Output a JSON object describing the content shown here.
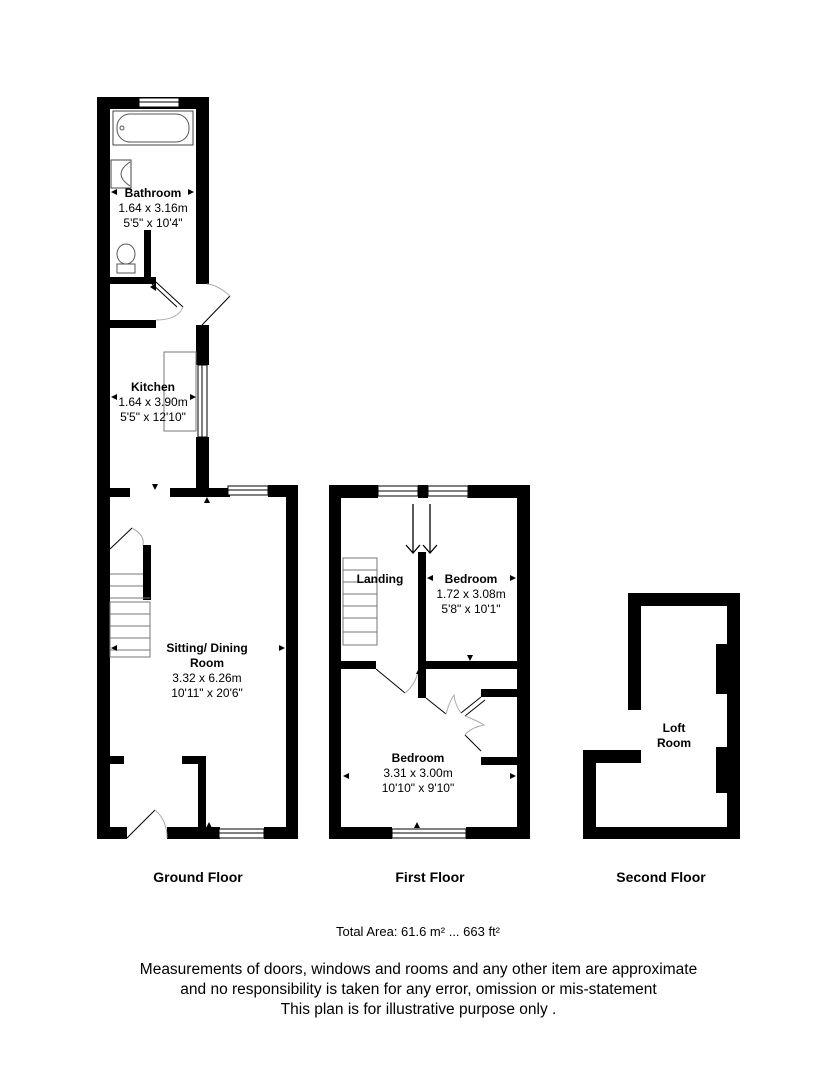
{
  "floors": {
    "ground": {
      "label": "Ground Floor",
      "rooms": {
        "bathroom": {
          "name": "Bathroom",
          "metric": "1.64 x 3.16m",
          "imperial": "5'5\" x 10'4\""
        },
        "kitchen": {
          "name": "Kitchen",
          "metric": "1.64 x 3.90m",
          "imperial": "5'5\" x 12'10\""
        },
        "sitting_dining": {
          "name_line1": "Sitting/ Dining",
          "name_line2": "Room",
          "metric": "3.32 x 6.26m",
          "imperial": "10'11\" x 20'6\""
        }
      }
    },
    "first": {
      "label": "First Floor",
      "rooms": {
        "landing": {
          "name": "Landing"
        },
        "bedroom_small": {
          "name": "Bedroom",
          "metric": "1.72 x 3.08m",
          "imperial": "5'8\" x 10'1\""
        },
        "bedroom_large": {
          "name": "Bedroom",
          "metric": "3.31 x 3.00m",
          "imperial": "10'10\" x 9'10\""
        }
      }
    },
    "second": {
      "label": "Second Floor",
      "rooms": {
        "loft": {
          "name_line1": "Loft",
          "name_line2": "Room"
        }
      }
    }
  },
  "total_area": "Total Area: 61.6 m² ... 663 ft²",
  "disclaimer": {
    "line1": "Measurements of doors, windows and rooms and any other item are approximate",
    "line2": "and no responsibility is taken for any error, omission or mis-statement",
    "line3": "This plan is for illustrative purpose only ."
  },
  "colors": {
    "wall": "#000000",
    "fixture_stroke": "#555555",
    "door_arc": "#aaaaaa",
    "background": "#ffffff"
  }
}
